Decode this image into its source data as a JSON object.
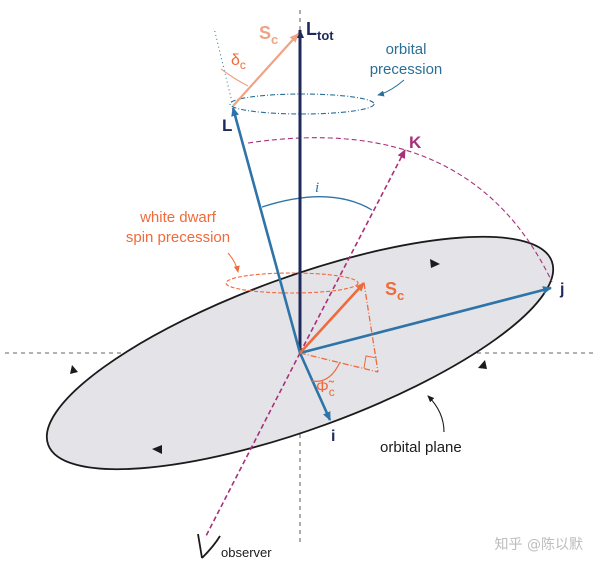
{
  "colors": {
    "navy": "#1f2a5c",
    "steel_blue": "#2f74a8",
    "orange": "#ef6a3c",
    "peach": "#f0a384",
    "magenta": "#a8307a",
    "teal_text": "#2a6f96",
    "dark": "#1b1b1b",
    "plane_fill": "#e4e4e8",
    "watermark": "#bdbdbd"
  },
  "labels": {
    "L_tot_main": "L",
    "L_tot_sub": "tot",
    "S_c_top_main": "S",
    "S_c_top_sub": "c",
    "delta_c_main": "δ",
    "delta_c_sub": "c",
    "L": "L",
    "orbital_precession_line1": "orbital",
    "orbital_precession_line2": "precession",
    "K": "K",
    "i_angle": "i",
    "wd_precession_line1": "white dwarf",
    "wd_precession_line2": "spin precession",
    "S_c_main": "S",
    "S_c_sub": "c",
    "j": "j",
    "phi_c_main": "Φ̃",
    "phi_c_sub": "c",
    "i_vector": "i",
    "orbital_plane": "orbital plane",
    "observer": "observer"
  },
  "watermark": "知乎 @陈以默"
}
